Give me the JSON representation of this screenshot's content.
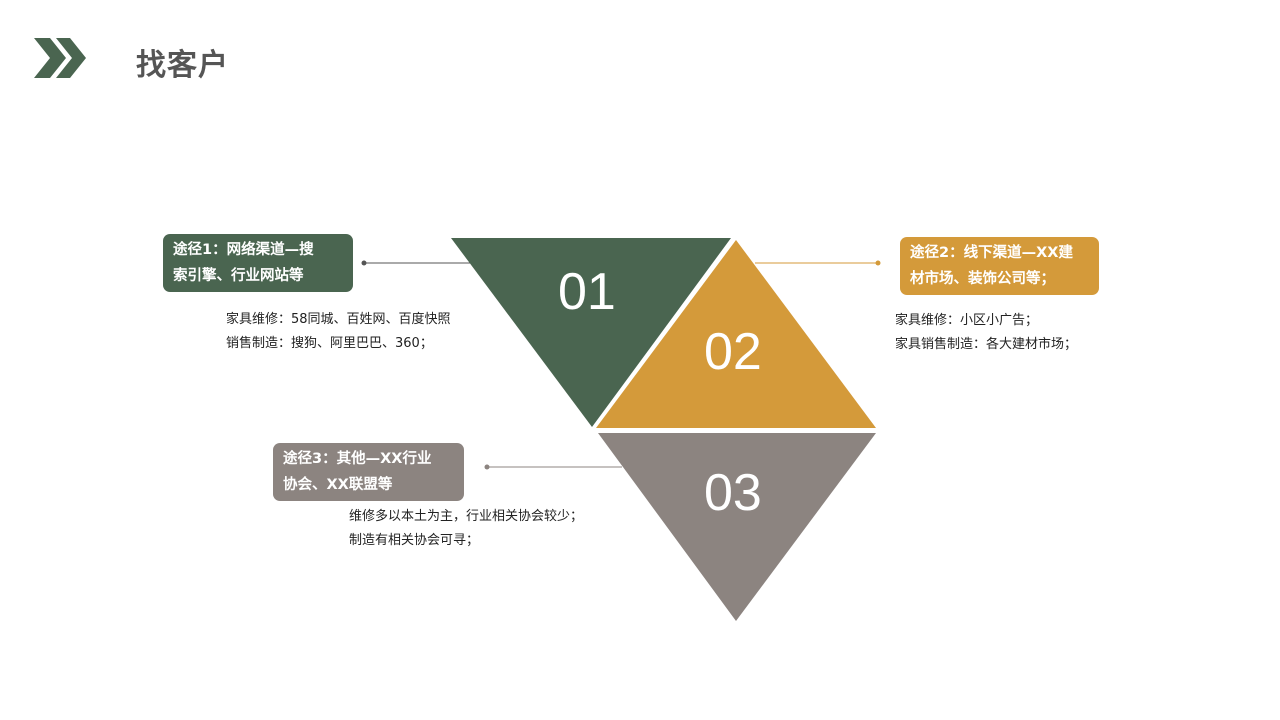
{
  "header": {
    "title": "找客户",
    "logo_icon": "double-chevron-icon"
  },
  "colors": {
    "green": "#4a6550",
    "orange": "#d49a3a",
    "gray": "#8c8480"
  },
  "routes": [
    {
      "number": "01",
      "tag_line1": "途径1：网络渠道—搜",
      "tag_line2": "索引擎、行业网站等",
      "desc_line1": "家具维修：58同城、百姓网、百度快照",
      "desc_line2": "销售制造：搜狗、阿里巴巴、360；"
    },
    {
      "number": "02",
      "tag_line1": "途径2：线下渠道—XX建",
      "tag_line2": "材市场、装饰公司等；",
      "desc_line1": "家具维修：小区小广告；",
      "desc_line2": "家具销售制造：各大建材市场；"
    },
    {
      "number": "03",
      "tag_line1": "途径3：其他—XX行业",
      "tag_line2": "协会、XX联盟等",
      "desc_line1": "维修多以本土为主，行业相关协会较少；",
      "desc_line2": "制造有相关协会可寻；"
    }
  ]
}
